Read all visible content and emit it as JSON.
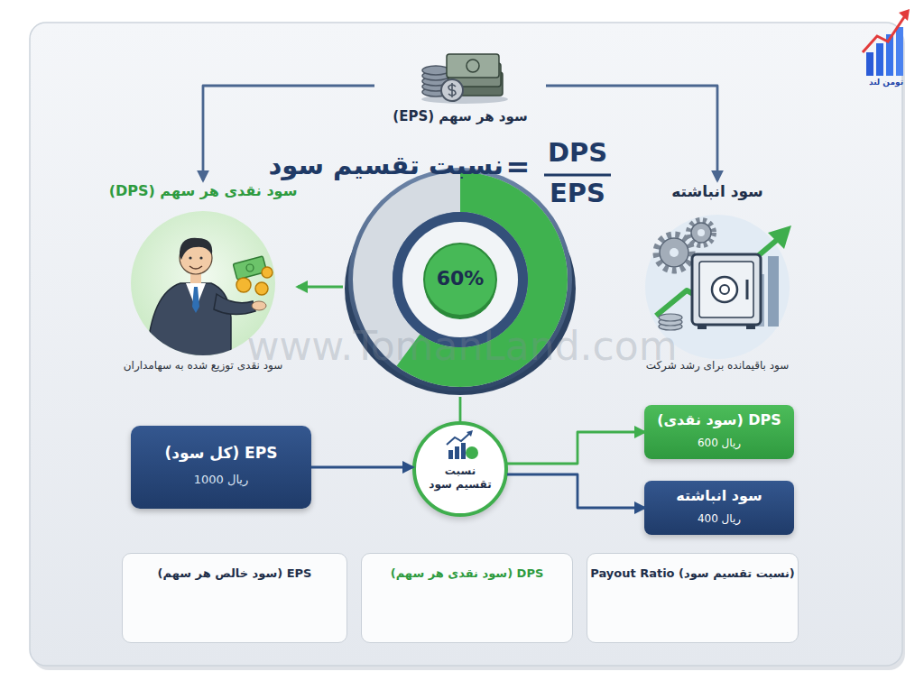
{
  "diagram": {
    "title": "نسبت تقسیم سود",
    "nodes": [
      {
        "text": [
          "سود هر سهم (EPS)"
        ]
      },
      {
        "text": [
          "سود نقدی هر سهم (DPS)",
          "سود نقدی توزیع شده به سهامداران"
        ]
      },
      {
        "text": [
          "60%"
        ]
      },
      {
        "text": [
          "سود انباشته",
          "سود باقیمانده برای رشد شرکت"
        ]
      },
      {
        "text": [
          "EPS (کل سود)",
          "1000 ریال"
        ]
      },
      {
        "text": [
          "نسبت تقسیم سود"
        ]
      },
      {
        "text": [
          "DPS (سود نقدی)",
          "600 ریال"
        ]
      },
      {
        "text": [
          "سود انباشته",
          "400 ریال"
        ]
      },
      {
        "text": [
          "EPS (سود خالص هر سهم)"
        ]
      },
      {
        "text": [
          "DPS (سود نقدی هر سهم)"
        ]
      },
      {
        "text": [
          "Payout Ratio (نسبت تقسیم سود)"
        ]
      }
    ],
    "edges": [
      {
        "from": 0,
        "to": 1,
        "arrow": "to"
      },
      {
        "from": 0,
        "to": 3,
        "arrow": "to"
      },
      {
        "from": 2,
        "to": 1,
        "arrow": "to"
      },
      {
        "from": 2,
        "to": 5,
        "arrow": "none"
      },
      {
        "from": 4,
        "to": 5,
        "arrow": "to"
      },
      {
        "from": 5,
        "to": 6,
        "arrow": "to"
      },
      {
        "from": 5,
        "to": 7,
        "arrow": "to"
      }
    ],
    "labels": [
      "=",
      "DPS",
      "EPS",
      "www.TomanLand.com",
      "تومن لند"
    ]
  }
}
